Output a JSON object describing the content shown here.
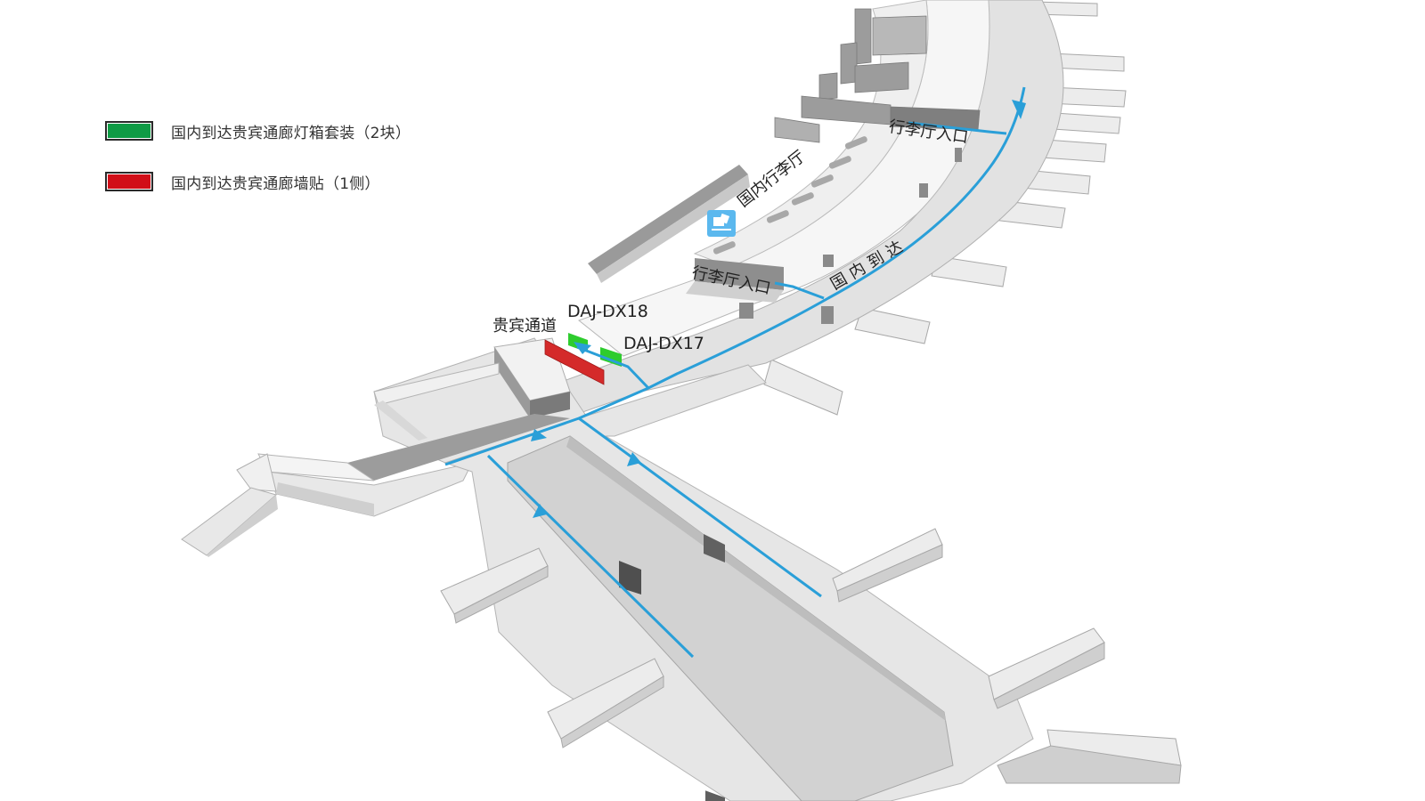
{
  "legend": {
    "items": [
      {
        "label": "国内到达贵宾通廊灯箱套装（2块）",
        "color": "#0f9b45",
        "type": "lightbox-set"
      },
      {
        "label": "国内到达贵宾通廊墙贴（1侧）",
        "color": "#d10e18",
        "type": "wall-sticker"
      }
    ]
  },
  "map": {
    "areas": {
      "domestic_baggage_hall": "国内行李厅",
      "domestic_arrivals": "国内到达",
      "vip_channel": "贵宾通道",
      "baggage_entrance_1": "行李厅入口",
      "baggage_entrance_2": "行李厅入口"
    },
    "ad_spots": [
      {
        "code": "DAJ-DX18",
        "color": "#2ecc2e"
      },
      {
        "code": "DAJ-DX17",
        "color": "#2ecc2e"
      }
    ],
    "wall_sticker": {
      "color": "#d42a2a"
    },
    "icons": {
      "baggage_claim": "baggage-claim-icon"
    },
    "colors": {
      "flow_line": "#2a9fd8",
      "floor": "#e4e4e4",
      "wall_dark": "#9a9a9a",
      "wall_mid": "#c4c4c4",
      "background": "#ffffff"
    }
  }
}
